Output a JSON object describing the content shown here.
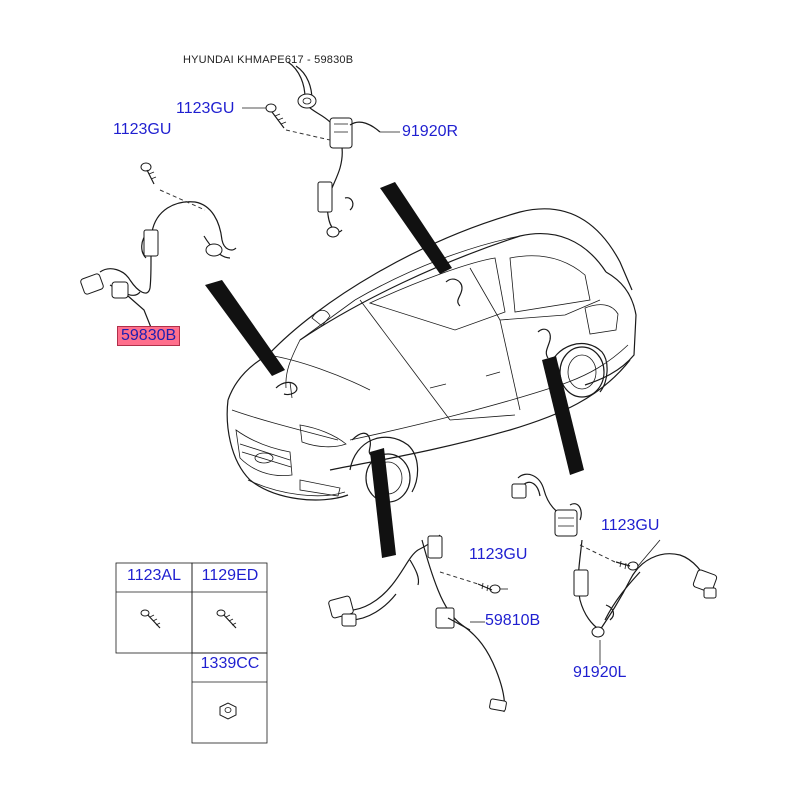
{
  "header": {
    "title": "HYUNDAI KHMAPE617 - 59830B"
  },
  "callouts": {
    "c1123gu_top": "1123GU",
    "c91920r": "91920R",
    "c1123gu_left": "1123GU",
    "c59830b": "59830B",
    "c1123gu_front": "1123GU",
    "c59810b": "59810B",
    "c1123gu_right": "1123GU",
    "c91920l": "91920L"
  },
  "legend": {
    "items": [
      {
        "code": "1123AL"
      },
      {
        "code": "1129ED"
      },
      {
        "code": "1339CC"
      }
    ]
  },
  "colors": {
    "callout_text": "#1f1fd0",
    "highlight_fill": "#ff6f8c",
    "line": "#1a1a1a"
  }
}
